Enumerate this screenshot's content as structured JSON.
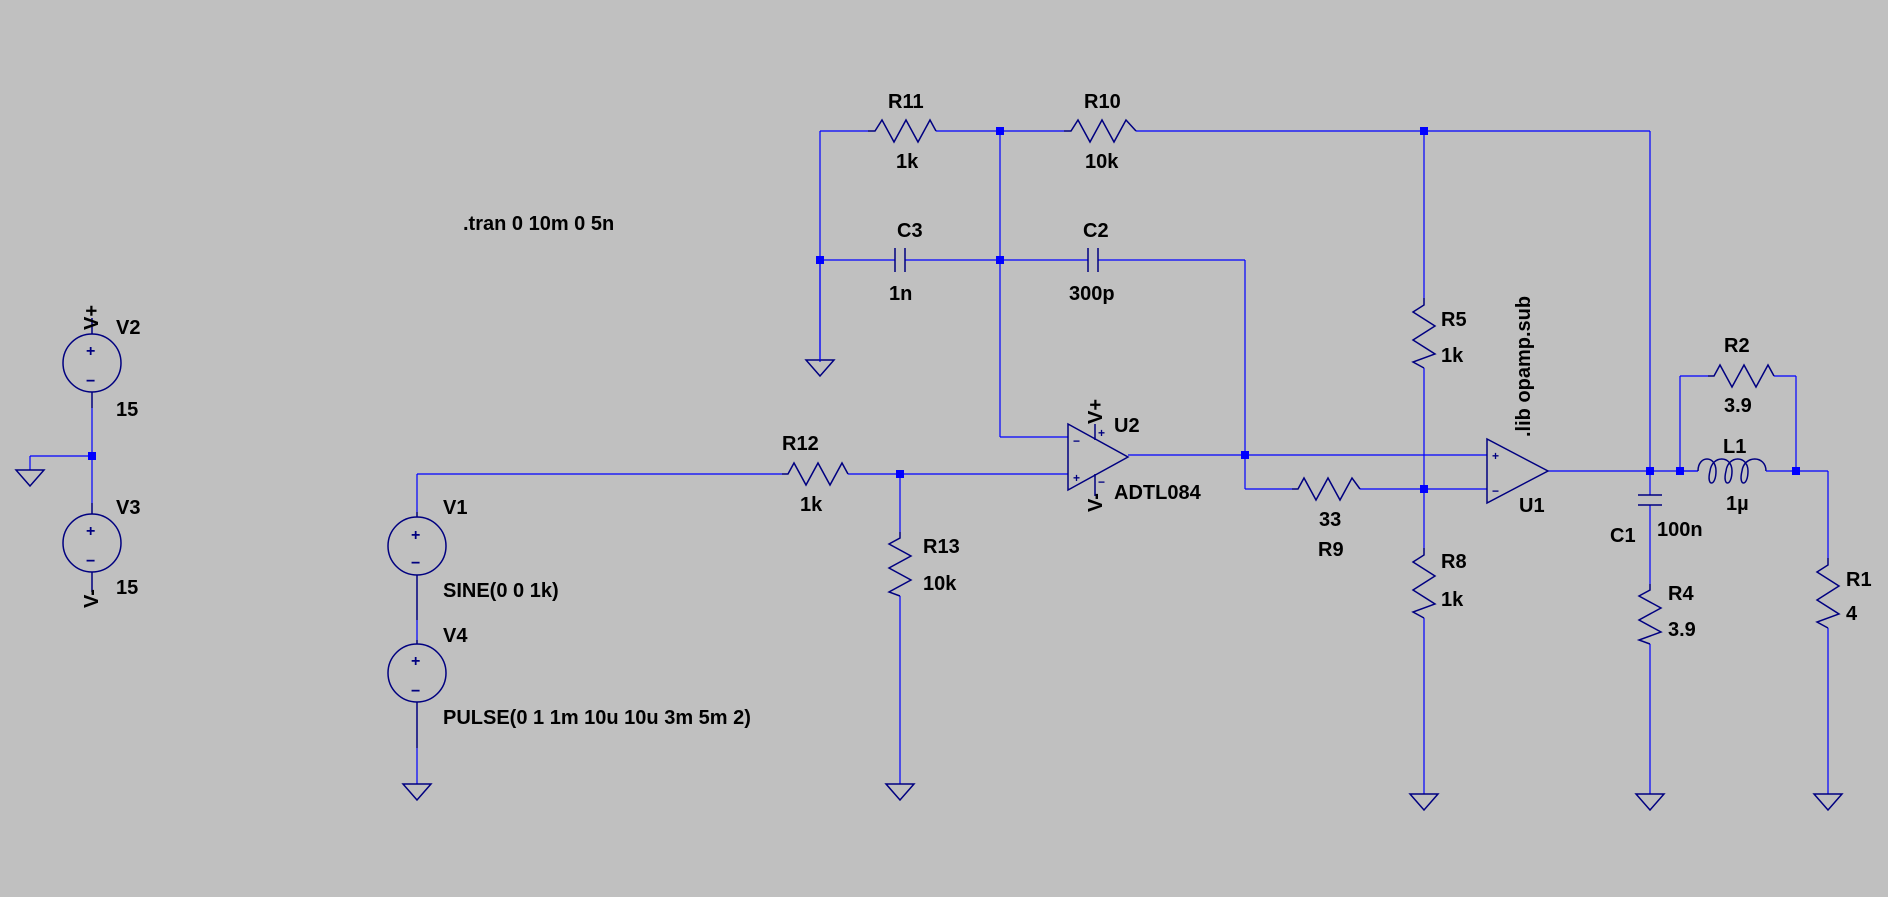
{
  "directive": ".tran 0 10m 0 5n",
  "lib": ".lib opamp.sub",
  "sources": {
    "V1": {
      "name": "V1",
      "value": "SINE(0 0 1k)"
    },
    "V2": {
      "name": "V2",
      "value": "15",
      "net": "V+"
    },
    "V3": {
      "name": "V3",
      "value": "15",
      "net": "V-"
    },
    "V4": {
      "name": "V4",
      "value": "PULSE(0 1 1m 10u 10u 3m 5m 2)"
    }
  },
  "resistors": {
    "R1": {
      "name": "R1",
      "value": "4"
    },
    "R2": {
      "name": "R2",
      "value": "3.9"
    },
    "R4": {
      "name": "R4",
      "value": "3.9"
    },
    "R5": {
      "name": "R5",
      "value": "1k"
    },
    "R8": {
      "name": "R8",
      "value": "1k"
    },
    "R9": {
      "name": "R9",
      "value": "33"
    },
    "R10": {
      "name": "R10",
      "value": "10k"
    },
    "R11": {
      "name": "R11",
      "value": "1k"
    },
    "R12": {
      "name": "R12",
      "value": "1k"
    },
    "R13": {
      "name": "R13",
      "value": "10k"
    }
  },
  "capacitors": {
    "C1": {
      "name": "C1",
      "value": "100n"
    },
    "C2": {
      "name": "C2",
      "value": "300p"
    },
    "C3": {
      "name": "C3",
      "value": "1n"
    }
  },
  "inductors": {
    "L1": {
      "name": "L1",
      "value": "1µ"
    }
  },
  "opamps": {
    "U1": {
      "name": "U1"
    },
    "U2": {
      "name": "U2",
      "model": "ADTL084"
    }
  },
  "pins": {
    "vplus": "V+",
    "vminus": "V-",
    "plus": "+",
    "minus": "−"
  },
  "colors": {
    "background": "#c0c0c0",
    "wire": "#0000ff",
    "component": "#000080",
    "junction": "#0000ff"
  }
}
